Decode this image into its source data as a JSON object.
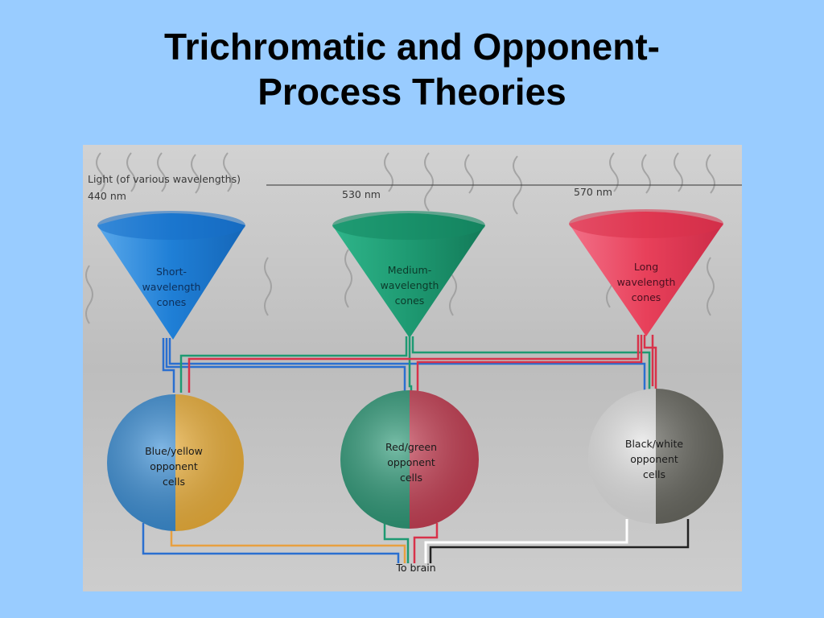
{
  "slide": {
    "title_line1": "Trichromatic and Opponent-",
    "title_line2": "Process Theories"
  },
  "diagram": {
    "light_label": "Light (of various wavelengths)",
    "wavelengths": [
      "440 nm",
      "530 nm",
      "570 nm"
    ],
    "cones": [
      {
        "lines": [
          "Short-",
          "wavelength",
          "cones"
        ],
        "color": "#1f7fd6"
      },
      {
        "lines": [
          "Medium-",
          "wavelength",
          "cones"
        ],
        "color": "#1e9a72"
      },
      {
        "lines": [
          "Long",
          "wavelength",
          "cones"
        ],
        "color": "#e8405a"
      }
    ],
    "opponent_cells": [
      {
        "lines": [
          "Blue/yellow",
          "opponent",
          "cells"
        ],
        "colors": [
          "#3b8fd6",
          "#f0b33c"
        ]
      },
      {
        "lines": [
          "Red/green",
          "opponent",
          "cells"
        ],
        "colors": [
          "#2e9a78",
          "#c84055"
        ]
      },
      {
        "lines": [
          "Black/white",
          "opponent",
          "cells"
        ],
        "colors": [
          "#e4e4e4",
          "#6a6a62"
        ]
      }
    ],
    "output_label": "To brain",
    "colors": {
      "slide_background": "#99ccff",
      "blue_wire": "#2a6fd0",
      "green_wire": "#1e9a72",
      "red_wire": "#d8324a"
    }
  }
}
